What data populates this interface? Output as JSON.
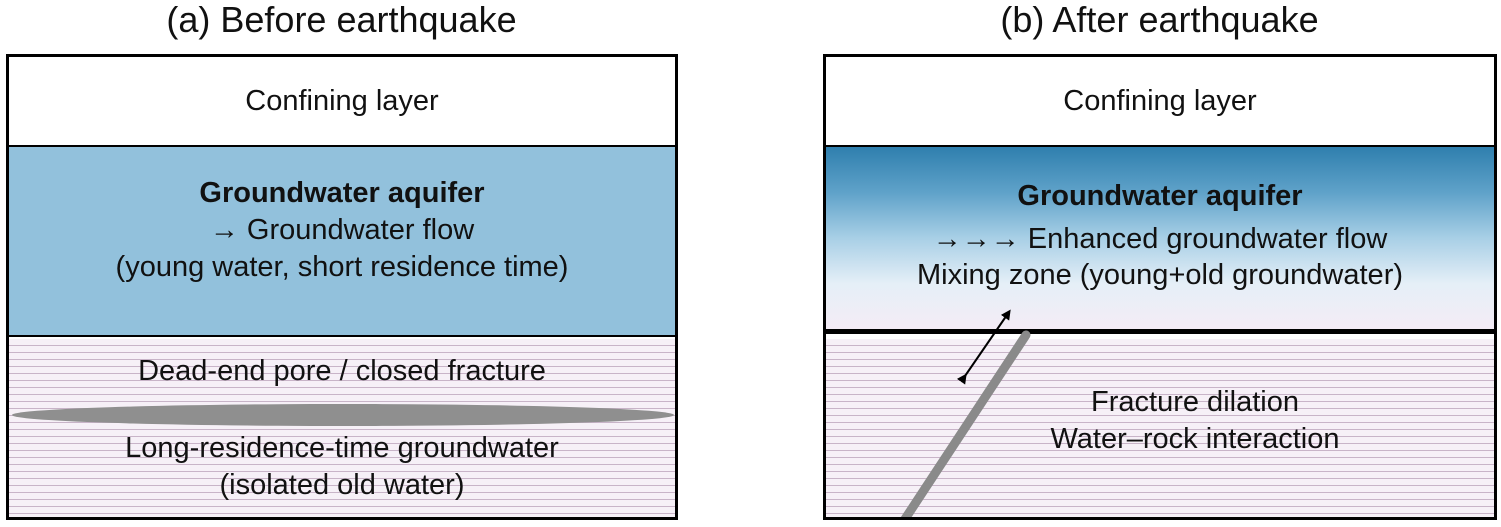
{
  "panel_a": {
    "title": "(a) Before earthquake",
    "confining_label": "Confining layer",
    "aquifer_title": "Groundwater aquifer",
    "aquifer_line1": "→ Groundwater flow",
    "aquifer_line2": "(young water, short residence time)",
    "pore_label": "Dead-end pore / closed fracture",
    "deep_line1": "Long-residence-time groundwater",
    "deep_line2": "(isolated old water)"
  },
  "panel_b": {
    "title": "(b) After earthquake",
    "confining_label": "Confining layer",
    "aquifer_title": "Groundwater aquifer",
    "aquifer_line1": "→→→ Enhanced groundwater flow",
    "aquifer_line2": "Mixing zone (young+old groundwater)",
    "fracture_line1": "Fracture dilation",
    "fracture_line2": "Water–rock interaction"
  },
  "colors": {
    "aquifer_before": "#92c1dc",
    "aquifer_top_after": "#2f7fae",
    "rock_fill": "#f6f0f7",
    "rock_lines": "#c8b4c8",
    "fracture": "#8f8f8f"
  }
}
